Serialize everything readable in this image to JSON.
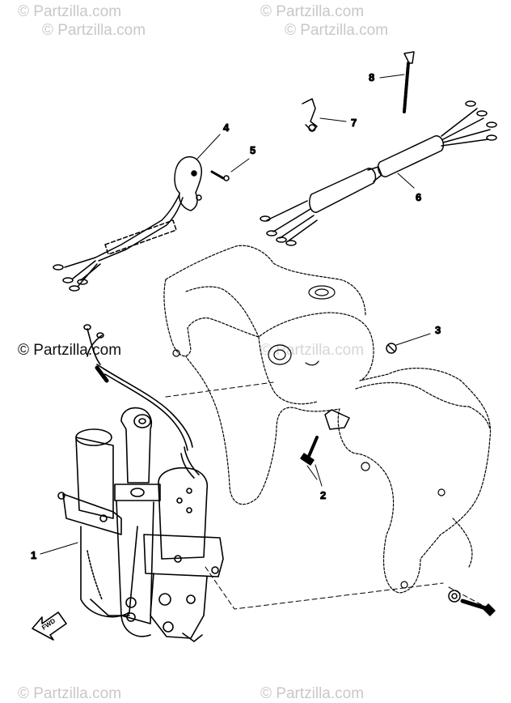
{
  "watermark": {
    "text": "© Partzilla.com"
  },
  "callouts": [
    {
      "id": "1",
      "label": "1"
    },
    {
      "id": "2",
      "label": "2"
    },
    {
      "id": "3",
      "label": "3"
    },
    {
      "id": "4",
      "label": "4"
    },
    {
      "id": "5",
      "label": "5"
    },
    {
      "id": "6",
      "label": "6"
    },
    {
      "id": "7",
      "label": "7"
    },
    {
      "id": "8",
      "label": "8"
    }
  ],
  "direction_badge": {
    "text": "FWD"
  }
}
